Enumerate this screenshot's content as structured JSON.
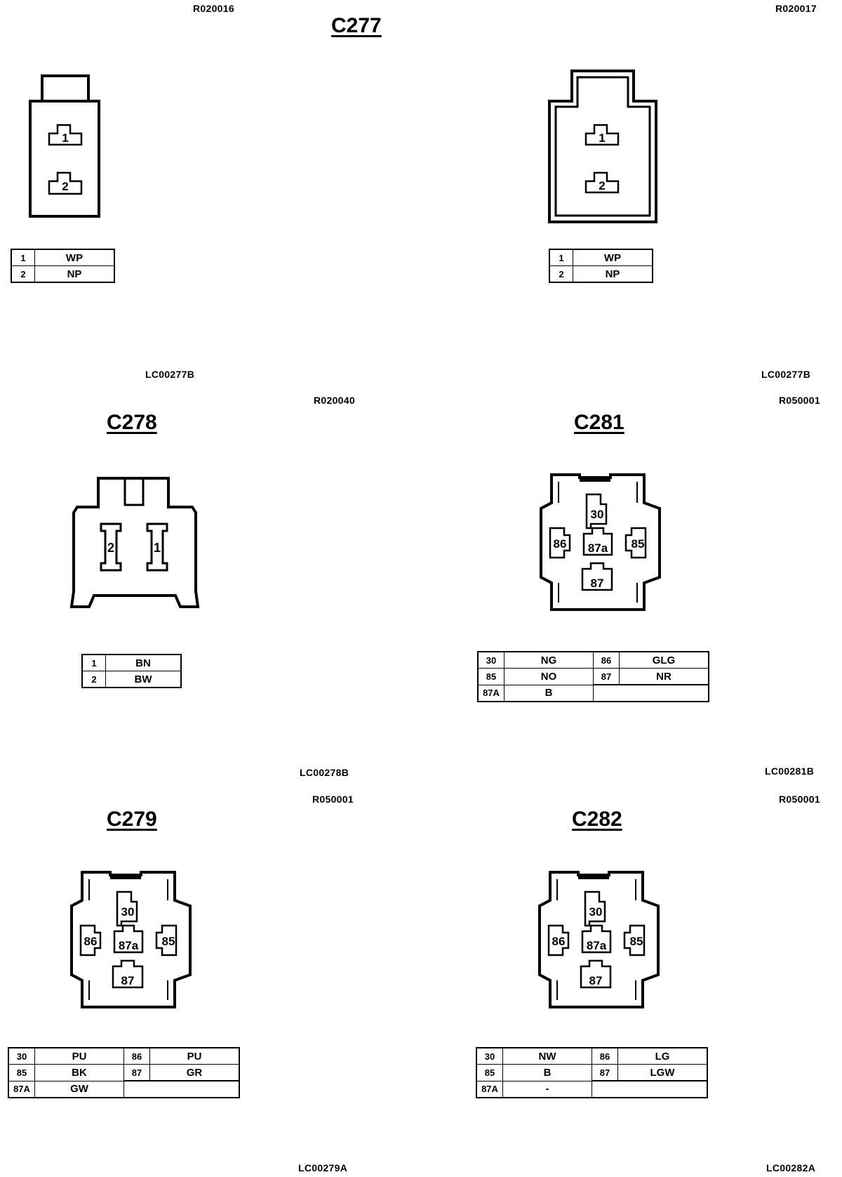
{
  "refs": {
    "r_c277_left": "R020016",
    "r_c277_right": "R020017",
    "r_c278": "R020040",
    "r_c281": "R050001",
    "r_c279": "R050001",
    "r_c282": "R050001",
    "lc_c277_left": "LC00277B",
    "lc_c277_right": "LC00277B",
    "lc_c278": "LC00278B",
    "lc_c281": "LC00281B",
    "lc_c279": "LC00279A",
    "lc_c282": "LC00282A"
  },
  "titles": {
    "c277": "C277",
    "c278": "C278",
    "c281": "C281",
    "c279": "C279",
    "c282": "C282"
  },
  "pin_labels": {
    "p1": "1",
    "p2": "2",
    "p30": "30",
    "p85": "85",
    "p86": "86",
    "p87": "87",
    "p87a": "87a"
  },
  "tables": {
    "c277_left": [
      [
        "1",
        "WP"
      ],
      [
        "2",
        "NP"
      ]
    ],
    "c277_right": [
      [
        "1",
        "WP"
      ],
      [
        "2",
        "NP"
      ]
    ],
    "c278": [
      [
        "1",
        "BN"
      ],
      [
        "2",
        "BW"
      ]
    ],
    "c281": [
      [
        "30",
        "NG",
        "86",
        "GLG"
      ],
      [
        "85",
        "NO",
        "87",
        "NR"
      ],
      [
        "87A",
        "B"
      ]
    ],
    "c279": [
      [
        "30",
        "PU",
        "86",
        "PU"
      ],
      [
        "85",
        "BK",
        "87",
        "GR"
      ],
      [
        "87A",
        "GW"
      ]
    ],
    "c282": [
      [
        "30",
        "NW",
        "86",
        "LG"
      ],
      [
        "85",
        "B",
        "87",
        "LGW"
      ],
      [
        "87A",
        "-"
      ]
    ]
  }
}
